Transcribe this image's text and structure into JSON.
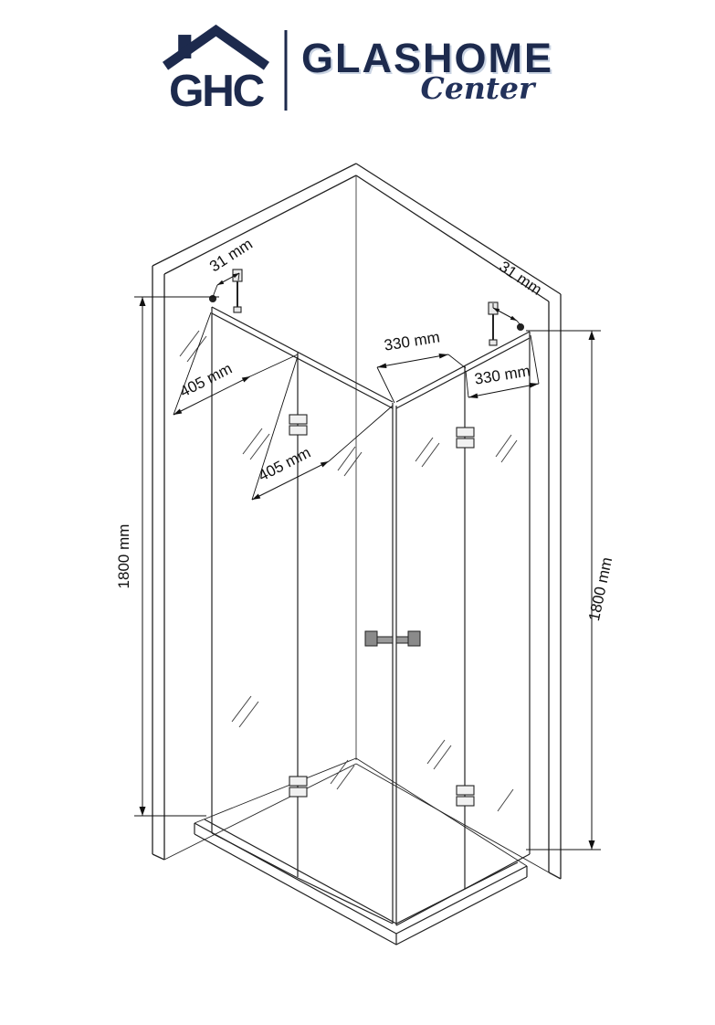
{
  "logo": {
    "monogram": "GHC",
    "brand": "GLASHOME",
    "script": "Center"
  },
  "colors": {
    "navy": "#1d2a4d",
    "line": "#222222",
    "dimension": "#111111"
  },
  "dimensions": {
    "height_left": "1800 mm",
    "height_right": "1800 mm",
    "left_panel_a": "405 mm",
    "left_panel_b": "405 mm",
    "right_panel_a": "330 mm",
    "right_panel_b": "330 mm",
    "wall_gap_left": "31 mm",
    "wall_gap_right": "31 mm"
  }
}
